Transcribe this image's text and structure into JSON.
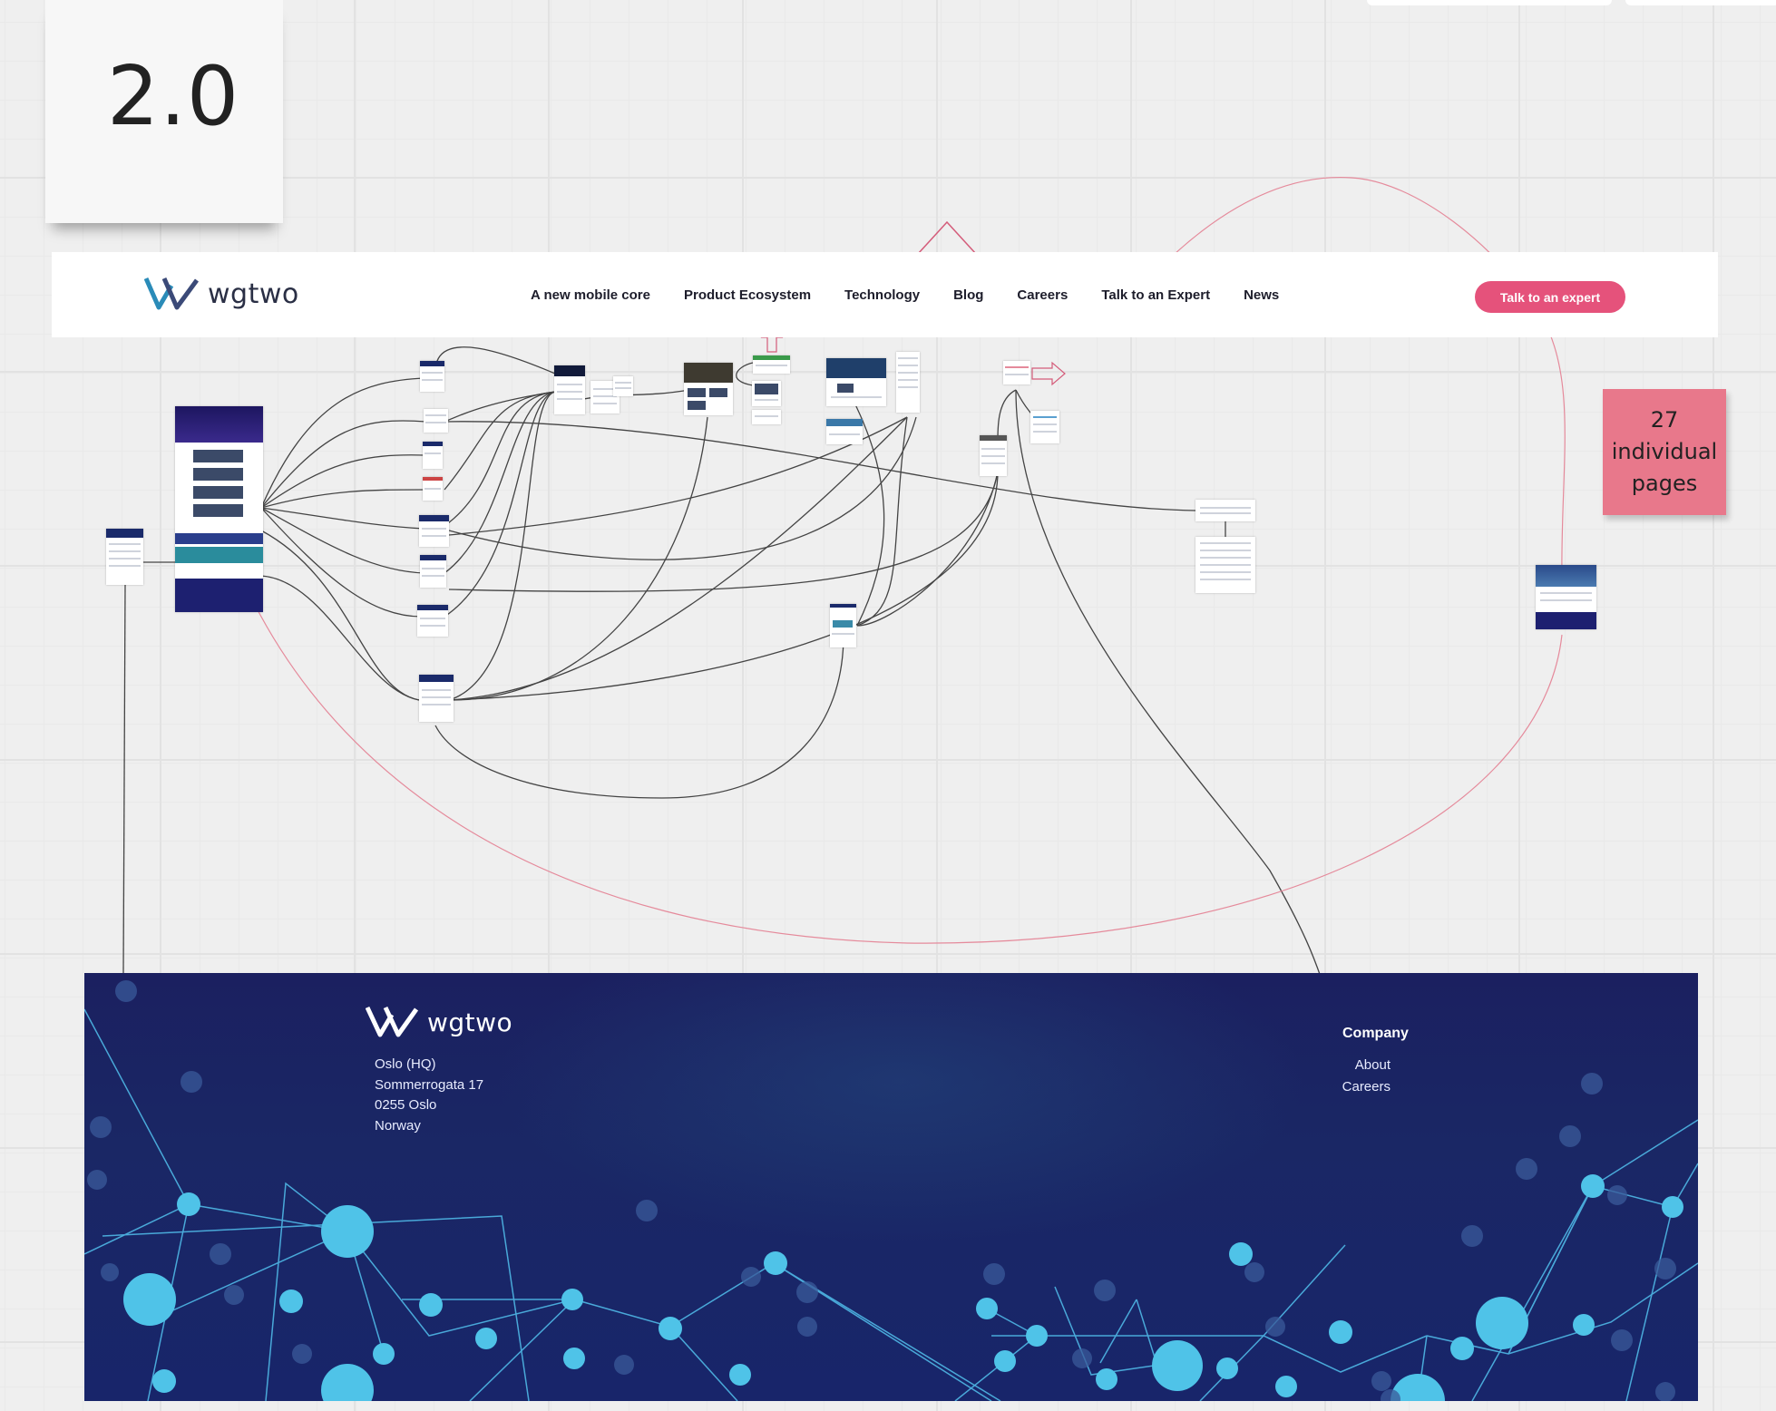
{
  "version_note": {
    "text": "2.0"
  },
  "header": {
    "logo_text": "wgtwo",
    "nav": [
      "A new mobile core",
      "Product Ecosystem",
      "Technology",
      "Blog",
      "Careers",
      "Talk to an Expert",
      "News"
    ],
    "cta_label": "Talk to an expert"
  },
  "pages_note": {
    "line1": "27",
    "line2": "individual",
    "line3": "pages",
    "color": "#e8788b"
  },
  "footer": {
    "logo_text": "wgtwo",
    "address": [
      "Oslo (HQ)",
      "Sommerrogata 17",
      "0255 Oslo",
      "Norway"
    ],
    "company_heading": "Company",
    "links": [
      "About",
      "Careers"
    ]
  },
  "colors": {
    "accent": "#e5527b",
    "footer_bg": "#1b2060",
    "network": "#4fc3e8",
    "connector_dark": "#444444",
    "connector_pink": "#e58a9b"
  },
  "icons": [
    "wgtwo-logo-icon",
    "arrow-up-icon",
    "arrow-right-icon"
  ]
}
